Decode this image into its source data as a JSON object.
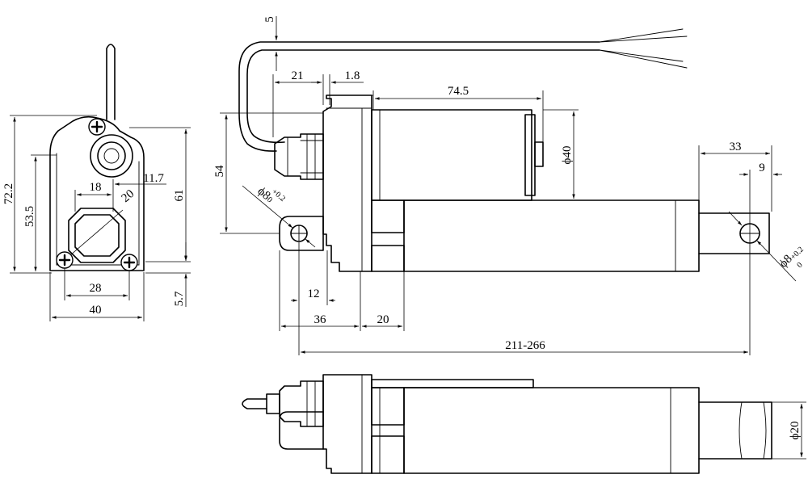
{
  "drawing": {
    "end_view": {
      "height_overall": "72.2",
      "height_body": "53.5",
      "height_61": "61",
      "offset_bottom": "5.7",
      "width_inner": "18",
      "width_11_7": "11.7",
      "diag_20": "20",
      "width_28": "28",
      "width_40": "40"
    },
    "side_view": {
      "top_5": "5",
      "dim_21": "21",
      "dim_1_8": "1.8",
      "motor_len": "74.5",
      "dim_54": "54",
      "motor_dia": "ϕ40",
      "rear_hole": "ϕ8",
      "rear_hole_tol": "+0.2",
      "rear_hole_tol_low": "0",
      "rod_33": "33",
      "rod_9": "9",
      "front_hole": "ϕ8",
      "front_hole_tol": "+0.2",
      "front_hole_tol_low": "0",
      "dim_12": "12",
      "dim_36": "36",
      "dim_20": "20",
      "stroke_range": "211-266"
    },
    "bottom_view": {
      "rod_dia": "ϕ20"
    }
  }
}
